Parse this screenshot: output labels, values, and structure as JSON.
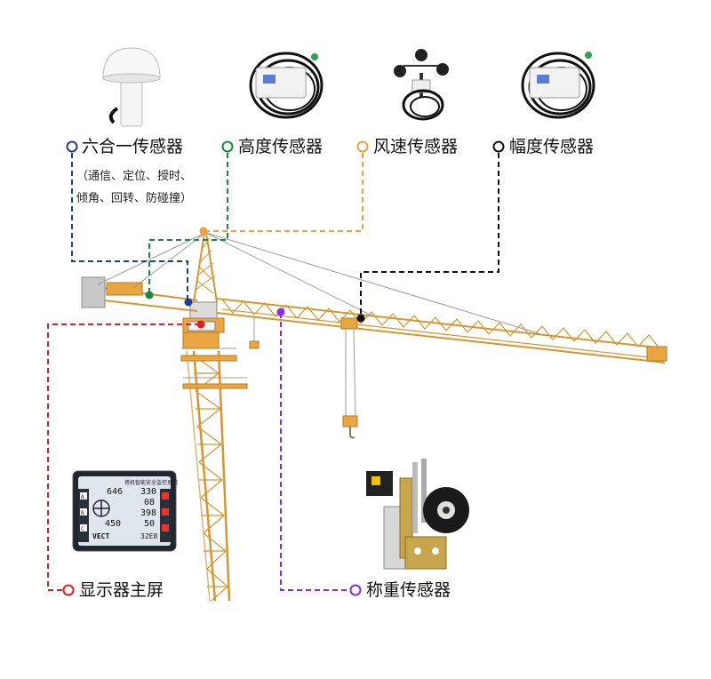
{
  "colors": {
    "blue": "#1f3f93",
    "green": "#1a8a3c",
    "orange": "#f2a23a",
    "black": "#111111",
    "red": "#e02020",
    "purple": "#8a2be2",
    "crane": "#e8a540"
  },
  "sensors": {
    "six_in_one": {
      "label": "六合一传感器",
      "detail_line1": "（通信、定位、授时、",
      "detail_line2": "倾角、回转、防碰撞）",
      "icon": "gps-antenna-icon"
    },
    "height": {
      "label": "高度传感器",
      "icon": "encoder-sensor-icon"
    },
    "wind": {
      "label": "风速传感器",
      "icon": "anemometer-icon"
    },
    "amplitude": {
      "label": "幅度传感器",
      "icon": "encoder-sensor-icon"
    },
    "weight": {
      "label": "称重传感器",
      "icon": "load-pin-icon"
    },
    "display": {
      "label": "显示器主屏",
      "icon": "lcd-display-icon"
    }
  },
  "display_screen": {
    "title": "塔机智能安全监控系统",
    "brand": "VECT",
    "val_a": "646",
    "val_b": "330",
    "val_c": "08",
    "val_d": "398",
    "val_e": "450",
    "val_f": "50",
    "val_g": "32E8",
    "btn_a": "A",
    "btn_b": "B",
    "btn_c": "C"
  }
}
